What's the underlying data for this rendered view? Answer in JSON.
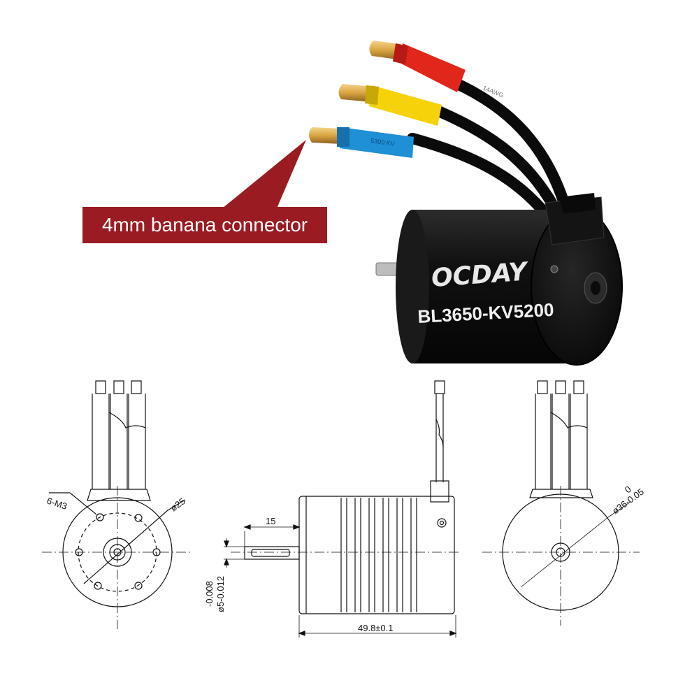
{
  "callout": {
    "label": "4mm banana connector",
    "color": "#9a1b22"
  },
  "product": {
    "brand": "OCDAY",
    "model": "BL3650-KV5200",
    "wire_print_blue": "5300 KV",
    "wire_print_red": "14AWG"
  },
  "colors": {
    "sleeve_red": "#e1261c",
    "sleeve_yellow": "#f5d20a",
    "sleeve_blue": "#1f8fd6",
    "connector_gold": "#d9a441",
    "motor_body": "#111111"
  },
  "drawing": {
    "front_view": {
      "label_holes": "6-M3",
      "label_pcd": "ø25"
    },
    "side_view": {
      "label_shaft_len": "15",
      "label_length": "49.8±0.1",
      "label_shaft_dia_top": "-0.008",
      "label_shaft_dia": "ø5-0.012"
    },
    "rear_view": {
      "label_dia_top": "0",
      "label_dia": "ø36-0.05"
    }
  }
}
